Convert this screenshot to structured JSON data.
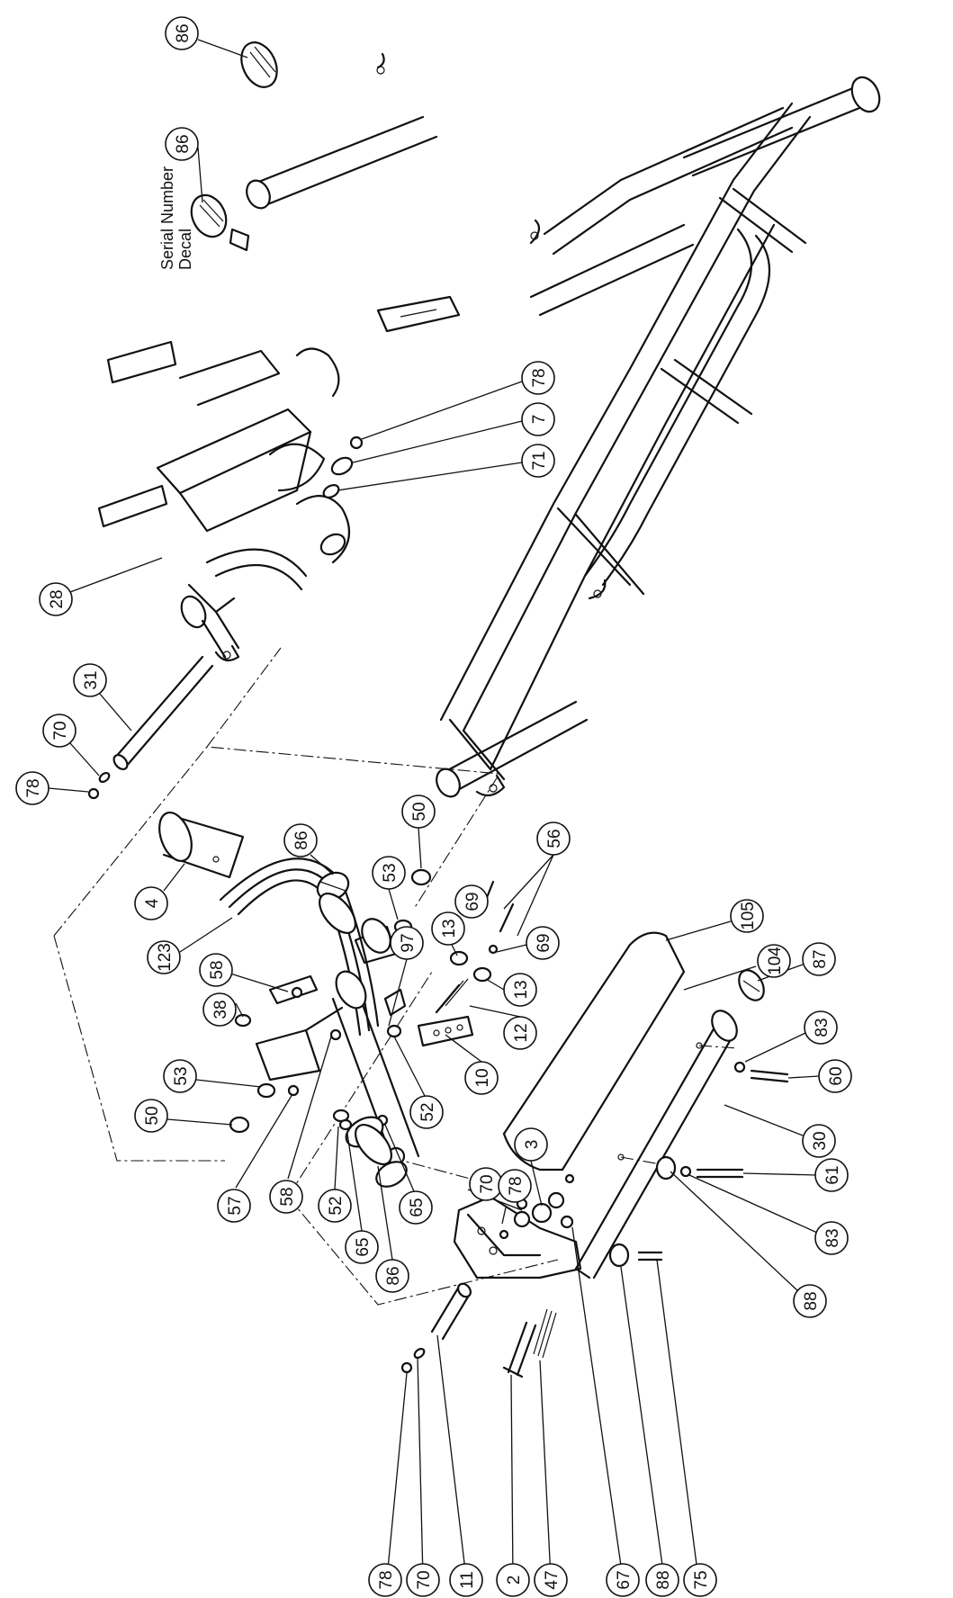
{
  "notes": {
    "serial_line1": "Serial Number",
    "serial_line2": "Decal"
  },
  "callouts": {
    "c86a": "86",
    "c86b": "86",
    "c78a": "78",
    "c7": "7",
    "c71": "71",
    "c28": "28",
    "c78b": "78",
    "c70a": "70",
    "c31": "31",
    "c4": "4",
    "c123": "123",
    "c38": "38",
    "c53a": "53",
    "c50a": "50",
    "c57": "57",
    "c58a": "58",
    "c58b": "58",
    "c86c": "86",
    "c53b": "53",
    "c50b": "50",
    "c97": "97",
    "c52a": "52",
    "c52b": "52",
    "c65a": "65",
    "c65b": "65",
    "c86d": "86",
    "c13a": "13",
    "c13b": "13",
    "c69a": "69",
    "c69b": "69",
    "c56": "56",
    "c12": "12",
    "c10": "10",
    "c105": "105",
    "c104": "104",
    "c87": "87",
    "c83a": "83",
    "c60": "60",
    "c30": "30",
    "c3": "3",
    "c70b": "70",
    "c78c": "78",
    "c61": "61",
    "c83b": "83",
    "c88a": "88",
    "c78d": "78",
    "c70c": "70",
    "c11": "11",
    "c2": "2",
    "c47": "47",
    "c67": "67",
    "c88b": "88",
    "c75": "75"
  }
}
